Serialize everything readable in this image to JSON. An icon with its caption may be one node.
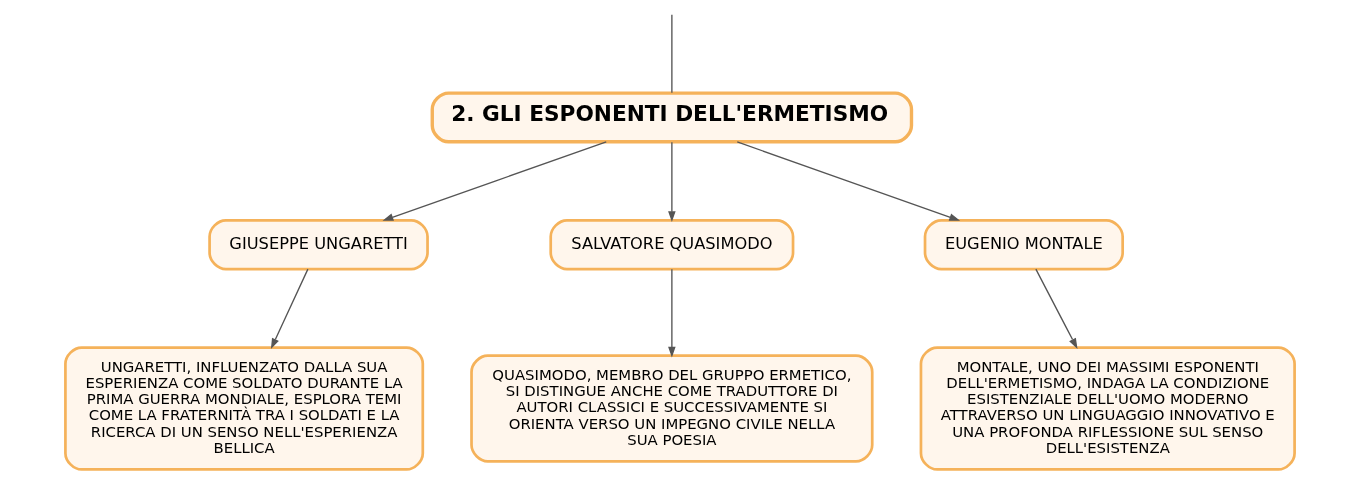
{
  "diagram": {
    "nodes": [
      {
        "text": [
          "2. GLI ESPONENTI DELL'ERMETISMO"
        ]
      },
      {
        "text": [
          "GIUSEPPE UNGARETTI"
        ]
      },
      {
        "text": [
          "SALVATORE QUASIMODO"
        ]
      },
      {
        "text": [
          "EUGENIO MONTALE"
        ]
      },
      {
        "text": [
          "UNGARETTI, INFLUENZATO DALLA SUA ESPERIENZA COME SOLDATO DURANTE LA PRIMA GUERRA MONDIALE, ESPLORA TEMI COME LA FRATERNITÀ TRA I SOLDATI E LA RICERCA DI UN SENSO NELL'ESPERIENZA BELLICA"
        ]
      },
      {
        "text": [
          "QUASIMODO, MEMBRO DEL GRUPPO ERMETICO, SI DISTINGUE ANCHE COME TRADUTTORE DI AUTORI CLASSICI E SUCCESSIVAMENTE SI ORIENTA VERSO UN IMPEGNO CIVILE NELLA SUA POESIA"
        ]
      },
      {
        "text": [
          "MONTALE, UNO DEI MASSIMI ESPONENTI DELL'ERMETISMO, INDAGA LA CONDIZIONE ESISTENZIALE DELL'UOMO MODERNO ATTRAVERSO UN LINGUAGGIO INNOVATIVO E UNA PROFONDA RIFLESSIONE SUL SENSO DELL'ESISTENZA"
        ]
      }
    ],
    "edges": [
      {
        "from": null,
        "to": 0,
        "arrow": "none"
      },
      {
        "from": 0,
        "to": 1,
        "arrow": "to"
      },
      {
        "from": 0,
        "to": 2,
        "arrow": "to"
      },
      {
        "from": 0,
        "to": 3,
        "arrow": "to"
      },
      {
        "from": 1,
        "to": 4,
        "arrow": "to"
      },
      {
        "from": 2,
        "to": 5,
        "arrow": "to"
      },
      {
        "from": 3,
        "to": 6,
        "arrow": "to"
      }
    ]
  }
}
